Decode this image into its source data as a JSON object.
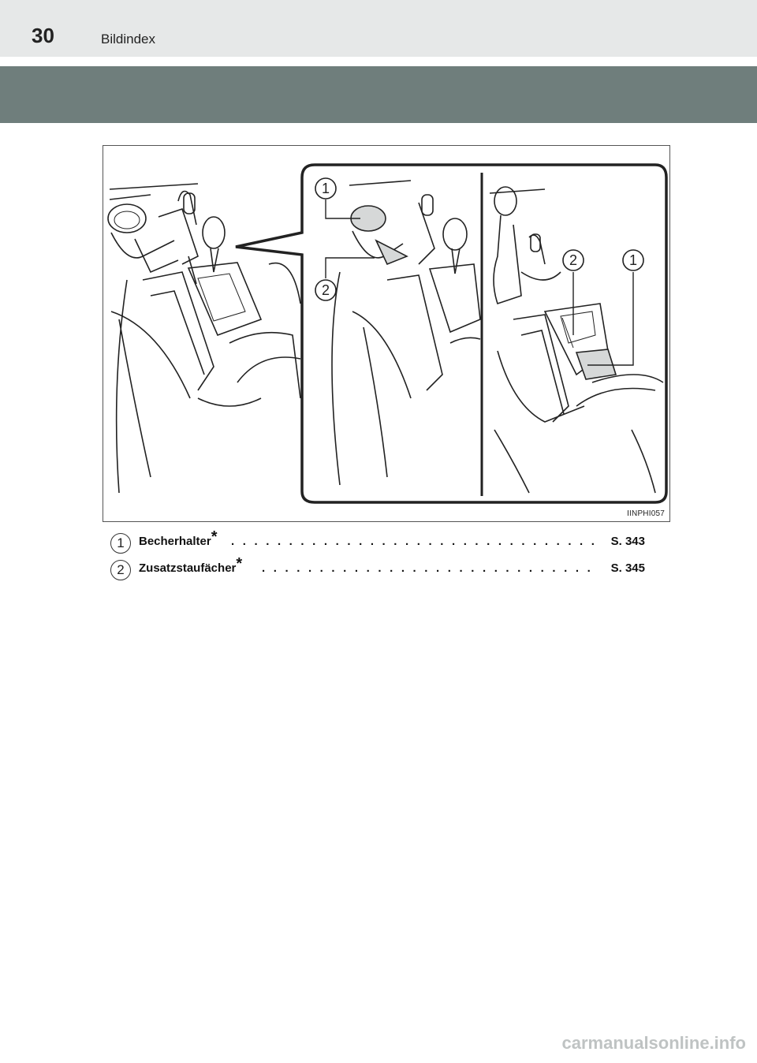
{
  "header": {
    "page_number": "30",
    "section_title": "Bildindex"
  },
  "figure": {
    "code": "IINPHI057",
    "callouts": [
      "1",
      "2",
      "2",
      "1"
    ]
  },
  "legend": {
    "items": [
      {
        "number": "1",
        "label": "Becherhalter",
        "marker": "*",
        "ref": "S. 343"
      },
      {
        "number": "2",
        "label": "Zusatzstaufächer",
        "marker": "*",
        "ref": "S. 345"
      }
    ]
  },
  "footer": {
    "watermark": "carmanualsonline.info"
  }
}
